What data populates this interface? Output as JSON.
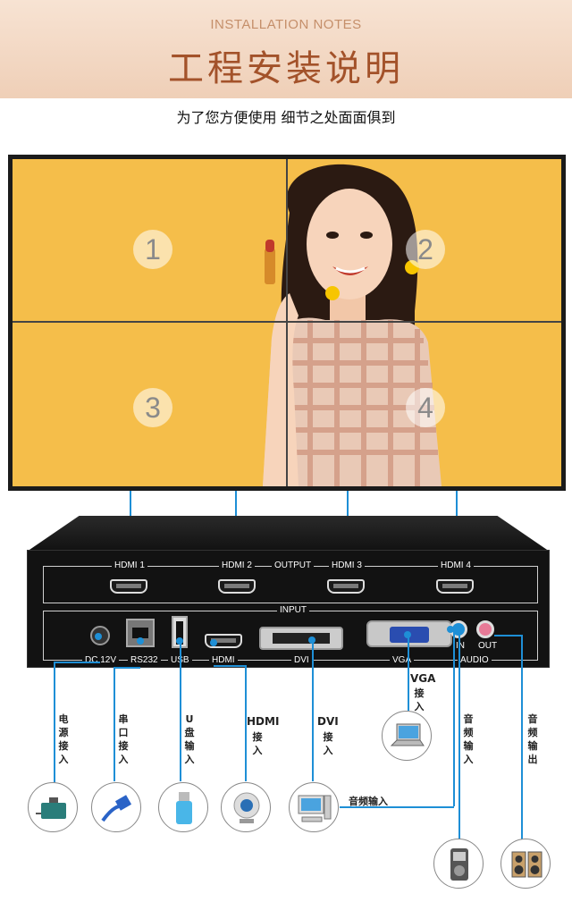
{
  "header": {
    "en_title": "INSTALLATION NOTES",
    "cn_title": "工程安装说明",
    "subtitle": "为了您方便使用  细节之处面面俱到"
  },
  "video_wall": {
    "screen_numbers": [
      "1",
      "2",
      "3",
      "4"
    ]
  },
  "device": {
    "output_ports": [
      "HDMI 1",
      "HDMI 2",
      "HDMI 3",
      "HDMI 4"
    ],
    "output_label": "OUTPUT",
    "input_label": "INPUT",
    "input_ports": [
      "DC 12V",
      "RS232",
      "USB",
      "HDMI",
      "DVI",
      "VGA"
    ],
    "audio_in": "IN",
    "audio_out": "OUT",
    "audio_label": "AUDIO"
  },
  "connections": {
    "power": "电源接入",
    "serial": "串口接入",
    "usb": "U盘输入",
    "hdmi": "HDMI接入",
    "dvi": "DVI接入",
    "vga": "VGA接入",
    "audio_in": "音频输入",
    "audio_out": "音频输出",
    "audio_in_horizontal": "音频输入"
  },
  "colors": {
    "accent": "#1e8fd6",
    "banner": "#efcfb7",
    "title": "#a3522a",
    "wall_bg": "#f5be4a"
  },
  "icons": [
    "power-adapter-icon",
    "serial-cable-icon",
    "usb-drive-icon",
    "webcam-icon",
    "desktop-computer-icon",
    "laptop-icon",
    "audio-player-icon",
    "speaker-icon"
  ]
}
